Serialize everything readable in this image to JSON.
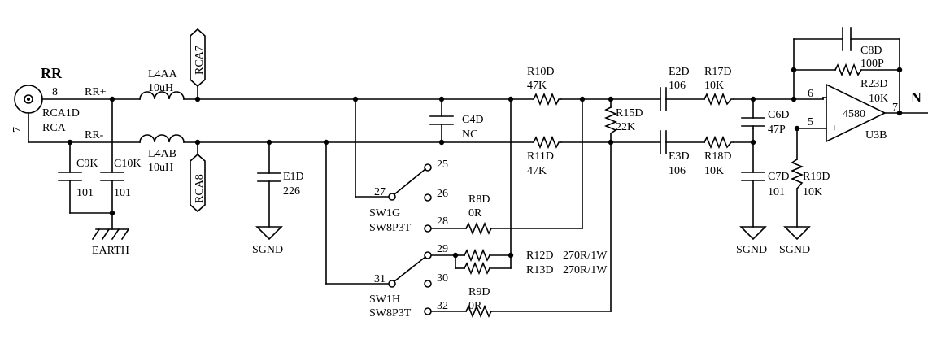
{
  "connector": {
    "title": "RR",
    "pin8": "8",
    "pin7": "7",
    "ref": "RCA1D",
    "type": "RCA",
    "net_pos": "RR+",
    "net_neg": "RR-"
  },
  "parts": {
    "l4aa": {
      "ref": "L4AA",
      "value": "10uH"
    },
    "l4ab": {
      "ref": "L4AB",
      "value": "10uH"
    },
    "rca7": "RCA7",
    "rca8": "RCA8",
    "c9k": {
      "ref": "C9K",
      "value": "101"
    },
    "c10k": {
      "ref": "C10K",
      "value": "101"
    },
    "earth": "EARTH",
    "e1d": {
      "ref": "E1D",
      "value": "226"
    },
    "c4d": {
      "ref": "C4D",
      "value": "NC"
    },
    "r10d": {
      "ref": "R10D",
      "value": "47K"
    },
    "r11d": {
      "ref": "R11D",
      "value": "47K"
    },
    "r15d": {
      "ref": "R15D",
      "value": "22K"
    },
    "e2d": {
      "ref": "E2D",
      "value": "106"
    },
    "e3d": {
      "ref": "E3D",
      "value": "106"
    },
    "r17d": {
      "ref": "R17D",
      "value": "10K"
    },
    "r18d": {
      "ref": "R18D",
      "value": "10K"
    },
    "c6d": {
      "ref": "C6D",
      "value": "47P"
    },
    "c7d": {
      "ref": "C7D",
      "value": "101"
    },
    "r19d": {
      "ref": "R19D",
      "value": "10K"
    },
    "c8d": {
      "ref": "C8D",
      "value": "100P"
    },
    "r23d": {
      "ref": "R23D",
      "value": "10K"
    },
    "sw1g": {
      "ref": "SW1G",
      "type": "SW8P3T",
      "p25": "25",
      "p26": "26",
      "p27": "27",
      "p28": "28"
    },
    "sw1h": {
      "ref": "SW1H",
      "type": "SW8P3T",
      "p29": "29",
      "p30": "30",
      "p31": "31",
      "p32": "32"
    },
    "r8d": {
      "ref": "R8D",
      "value": "0R"
    },
    "r9d": {
      "ref": "R9D",
      "value": "0R"
    },
    "r12d": {
      "ref": "R12D",
      "value": "270R/1W"
    },
    "r13d": {
      "ref": "R13D",
      "value": "270R/1W"
    },
    "opamp": {
      "part": "4580",
      "ref": "U3B",
      "pin5": "5",
      "pin6": "6",
      "pin7": "7",
      "minus": "−",
      "plus": "+"
    },
    "output_label": "N",
    "grounds": [
      "SGND",
      "SGND",
      "SGND"
    ]
  }
}
